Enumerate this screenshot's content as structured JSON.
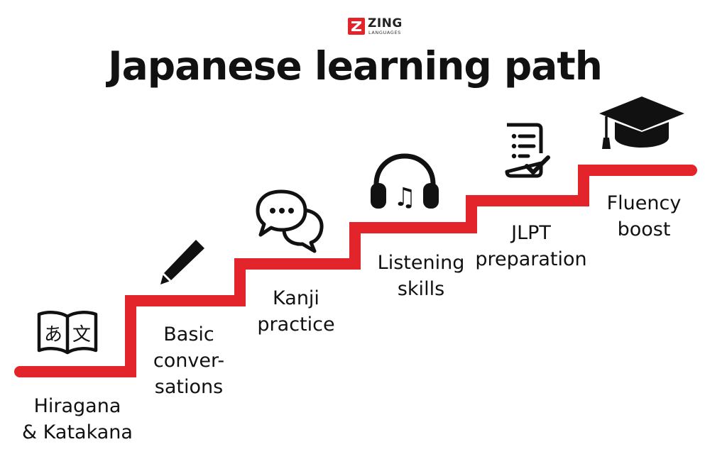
{
  "brand": {
    "name": "ZING",
    "sub": "LANGUAGES"
  },
  "title": "Japanese learning path",
  "colors": {
    "accent": "#e3252b",
    "ink": "#111111",
    "background": "#ffffff"
  },
  "steps": [
    {
      "label_line1": "Hiragana",
      "label_line2": "& Katakana",
      "icon": "book-kana-icon",
      "glyph_left": "あ",
      "glyph_right": "文"
    },
    {
      "label_line1": "Basic",
      "label_line2": "conver-",
      "label_line3": "sations",
      "icon": "pencil-icon"
    },
    {
      "label_line1": "Kanji",
      "label_line2": "practice",
      "icon": "chat-bubbles-icon"
    },
    {
      "label_line1": "Listening",
      "label_line2": "skills",
      "icon": "headphones-icon",
      "glyph": "♫"
    },
    {
      "label_line1": "JLPT",
      "label_line2": "preparation",
      "icon": "checklist-icon"
    },
    {
      "label_line1": "Fluency",
      "label_line2": "boost",
      "icon": "graduation-cap-icon"
    }
  ]
}
